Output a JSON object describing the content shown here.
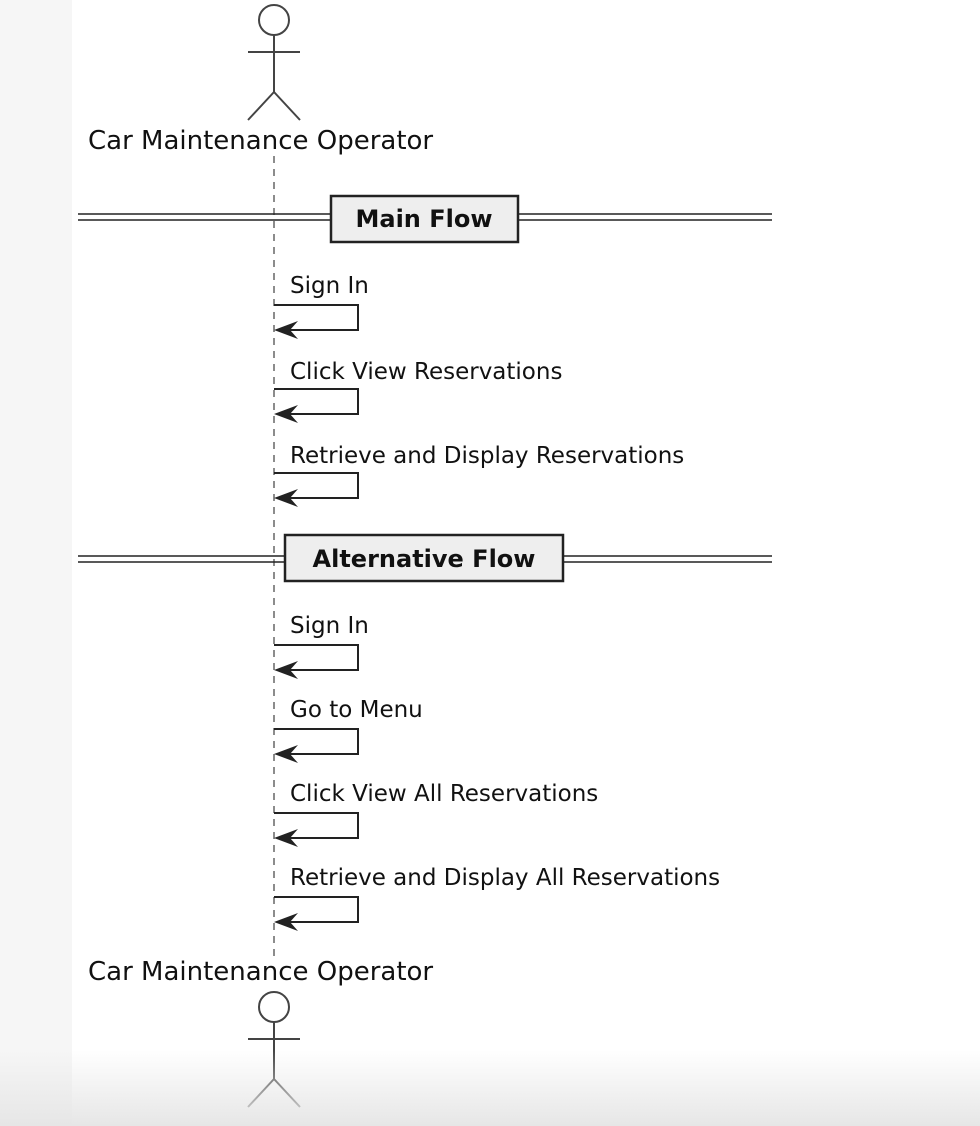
{
  "actor": {
    "top_label": "Car Maintenance Operator",
    "bottom_label": "Car Maintenance Operator"
  },
  "dividers": [
    {
      "label": "Main Flow"
    },
    {
      "label": "Alternative Flow"
    }
  ],
  "messages": [
    {
      "label": "Sign In"
    },
    {
      "label": "Click View Reservations"
    },
    {
      "label": "Retrieve and Display Reservations"
    },
    {
      "label": "Sign In"
    },
    {
      "label": "Go to Menu"
    },
    {
      "label": "Click View All Reservations"
    },
    {
      "label": "Retrieve and Display All Reservations"
    }
  ],
  "colors": {
    "line": "#222222",
    "lifeline": "#666666",
    "divider_box_fill": "#eeeeee"
  }
}
